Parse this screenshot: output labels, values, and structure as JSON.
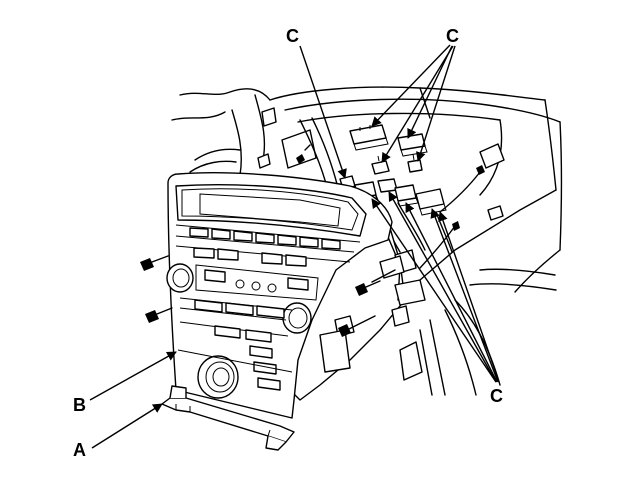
{
  "labels": {
    "a": "A",
    "b": "B",
    "c_top_left": "C",
    "c_top_right": "C",
    "c_bottom_right": "C"
  }
}
